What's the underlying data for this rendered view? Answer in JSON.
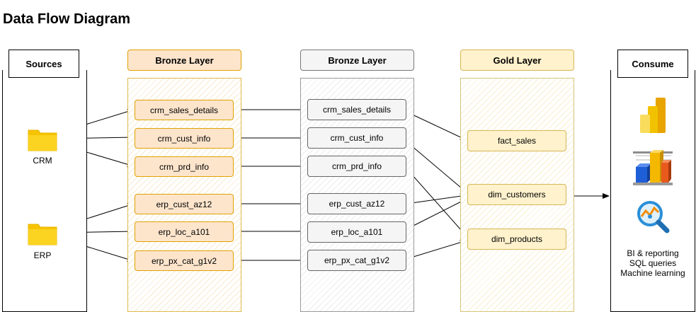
{
  "title": "Data Flow Diagram",
  "lanes": {
    "sources": "Sources",
    "bronze": "Bronze Layer",
    "silver": "Bronze Layer",
    "gold": "Gold Layer",
    "consume": "Consume"
  },
  "sources": {
    "crm": "CRM",
    "erp": "ERP"
  },
  "bronze_tables": [
    "crm_sales_details",
    "crm_cust_info",
    "crm_prd_info",
    "erp_cust_az12",
    "erp_loc_a101",
    "erp_px_cat_g1v2"
  ],
  "silver_tables": [
    "crm_sales_details",
    "crm_cust_info",
    "crm_prd_info",
    "erp_cust_az12",
    "erp_loc_a101",
    "erp_px_cat_g1v2"
  ],
  "gold_tables": [
    "fact_sales",
    "dim_customers",
    "dim_products"
  ],
  "consume": {
    "uses": [
      "BI & reporting",
      "SQL queries",
      "Machine learning"
    ],
    "icons": [
      "power-bi-icon",
      "bar-chart-icon",
      "sql-analysis-icon"
    ]
  },
  "colors": {
    "bronze_fill": "#fde5cc",
    "bronze_border": "#e0a200",
    "silver_fill": "#f5f5f5",
    "gold_fill": "#fff2cc",
    "gold_border": "#d6b656",
    "folder": "#f7c300"
  }
}
